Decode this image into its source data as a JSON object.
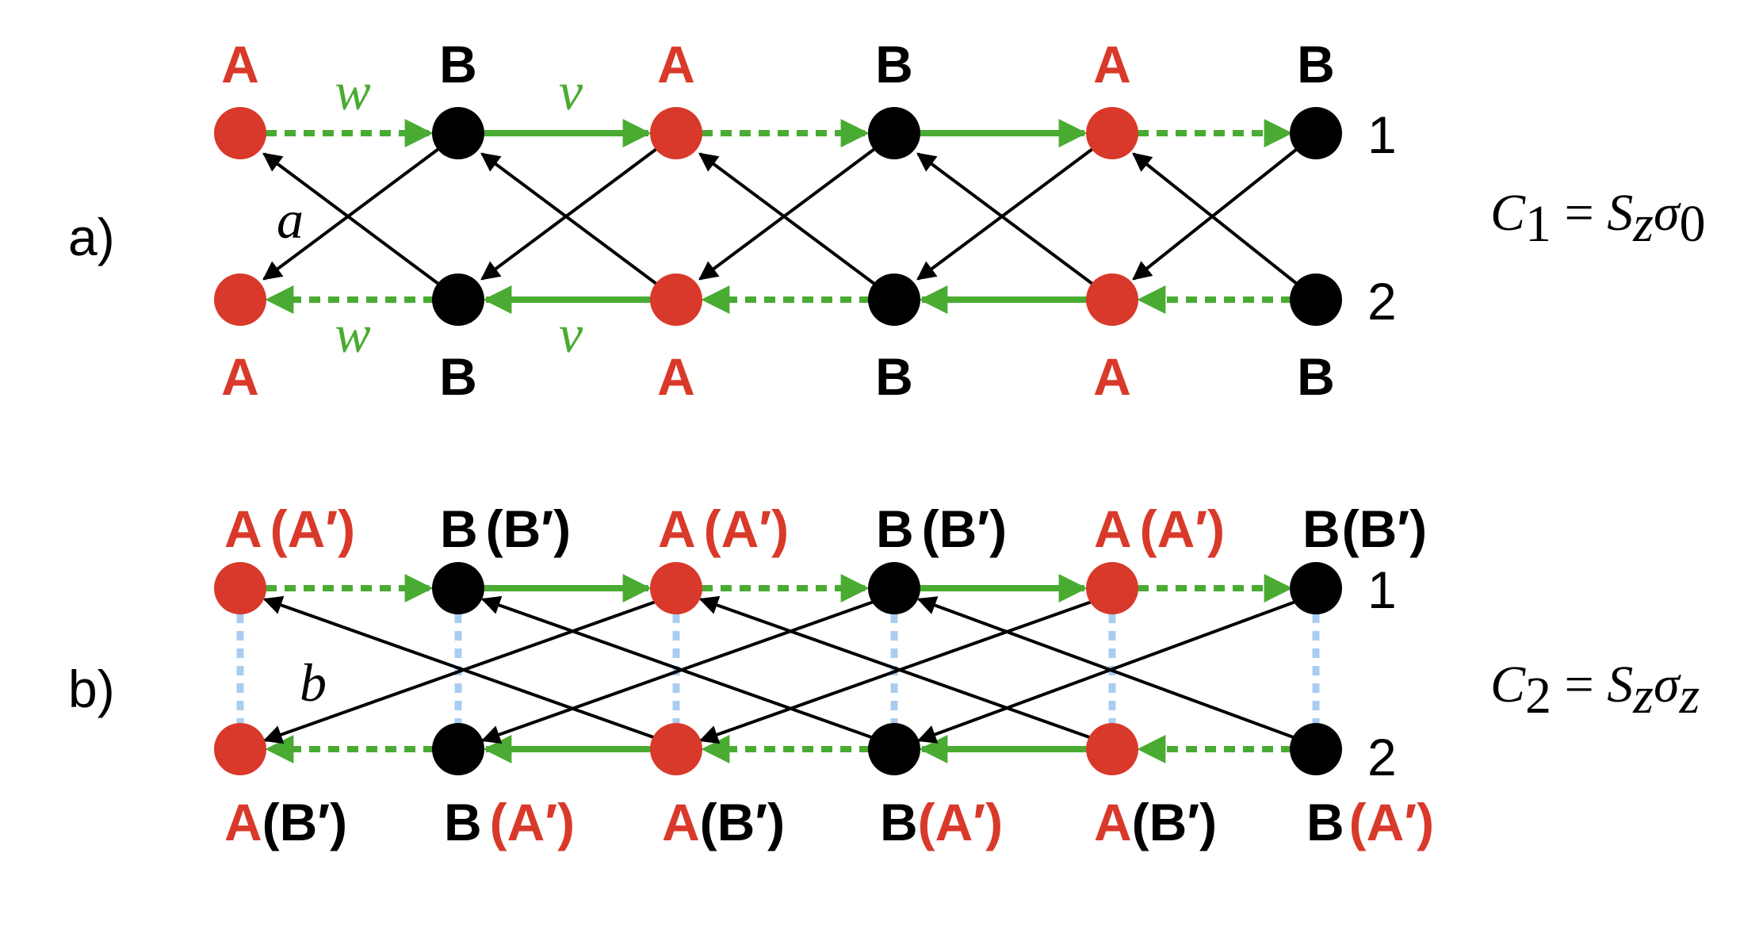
{
  "colors": {
    "red": "#d9392a",
    "black": "#000000",
    "green": "#4aab33",
    "blue": "#a9cdf1"
  },
  "panel_a": {
    "tag": "a)",
    "top_labels": [
      "A",
      "B",
      "A",
      "B",
      "A",
      "B"
    ],
    "bottom_labels": [
      "A",
      "B",
      "A",
      "B",
      "A",
      "B"
    ],
    "row1_index": "1",
    "row2_index": "2",
    "hop_w_top": "w",
    "hop_v_top": "v",
    "hop_w_bottom": "w",
    "hop_v_bottom": "v",
    "hop_a": "a",
    "equation": {
      "C": "C",
      "sub": "1",
      "eq": " = ",
      "S": "S",
      "z": "z",
      "sigma": "σ",
      "sigma_sub": "0"
    }
  },
  "panel_b": {
    "tag": "b)",
    "top_labels": [
      {
        "main": "A",
        "paren": "(A′)",
        "paren_color": "red"
      },
      {
        "main": "B",
        "paren": "(B′)",
        "paren_color": "black"
      },
      {
        "main": "A",
        "paren": "(A′)",
        "paren_color": "red"
      },
      {
        "main": "B",
        "paren": "(B′)",
        "paren_color": "black"
      },
      {
        "main": "A",
        "paren": "(A′)",
        "paren_color": "red"
      },
      {
        "main": "B",
        "paren": "(B′)",
        "paren_color": "black"
      }
    ],
    "bottom_labels": [
      {
        "main": "A",
        "paren": "(B′)",
        "paren_color": "black"
      },
      {
        "main": "B",
        "paren": "(A′)",
        "paren_color": "red"
      },
      {
        "main": "A",
        "paren": "(B′)",
        "paren_color": "black"
      },
      {
        "main": "B",
        "paren": "(A′)",
        "paren_color": "red"
      },
      {
        "main": "A",
        "paren": "(B′)",
        "paren_color": "black"
      },
      {
        "main": "B",
        "paren": "(A′)",
        "paren_color": "red"
      }
    ],
    "row1_index": "1",
    "row2_index": "2",
    "hop_b": "b",
    "equation": {
      "C": "C",
      "sub": "2",
      "eq": " = ",
      "S": "S",
      "z": "z",
      "sigma": "σ",
      "sigma_sub": "z"
    }
  }
}
